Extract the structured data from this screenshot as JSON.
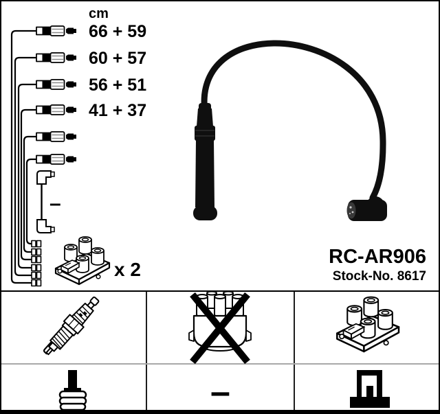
{
  "product": {
    "part_number": "RC-AR906",
    "stock_number": "Stock-No. 8617",
    "quantity_note": "x 2"
  },
  "diagram": {
    "unit_label": "cm",
    "cable_lengths": [
      "66 + 59",
      "60 + 57",
      "56 + 51",
      "41 + 37"
    ],
    "unlabeled_cable_mark": "–",
    "icons": [
      "cable-with-boot-icon",
      "coil-wire-icon",
      "ignition-coil-pack-icon",
      "ignition-lead-photo"
    ]
  },
  "table": {
    "empty_cell_mark": "–",
    "row1_icons": [
      "spark-plug-icon",
      "distributor-cap-crossed-icon",
      "ignition-coil-pack-icon"
    ],
    "row2_icons": [
      "spark-plug-boot-icon",
      "none",
      "coil-connector-icon"
    ]
  },
  "colors": {
    "ink": "#000000",
    "photo_black": "#0f0f0f",
    "grid_light": "#a8a8a8"
  }
}
